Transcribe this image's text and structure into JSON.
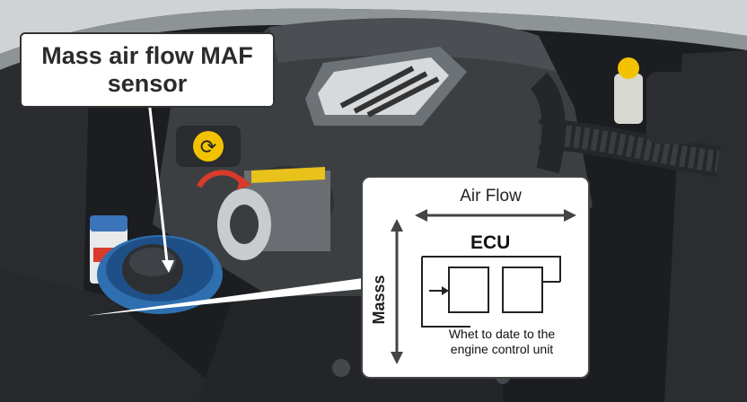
{
  "callout": {
    "line1": "Mass air flow MAF",
    "line2": "sensor"
  },
  "ecu_panel": {
    "air_flow_label": "Air Flow",
    "ecu_title": "ECU",
    "mass_label": "Masss",
    "caption_line1": "Whet to date to the",
    "caption_line2": "engine control unit"
  },
  "badges": {
    "cap_symbol": "⟳"
  },
  "colors": {
    "engine_cover": "#3c3f42",
    "sensor_ring": "#2f6fb0",
    "filter_band": "#e8c21a",
    "cap_yellow": "#f2c200",
    "arrow_red": "#d93a2b"
  }
}
